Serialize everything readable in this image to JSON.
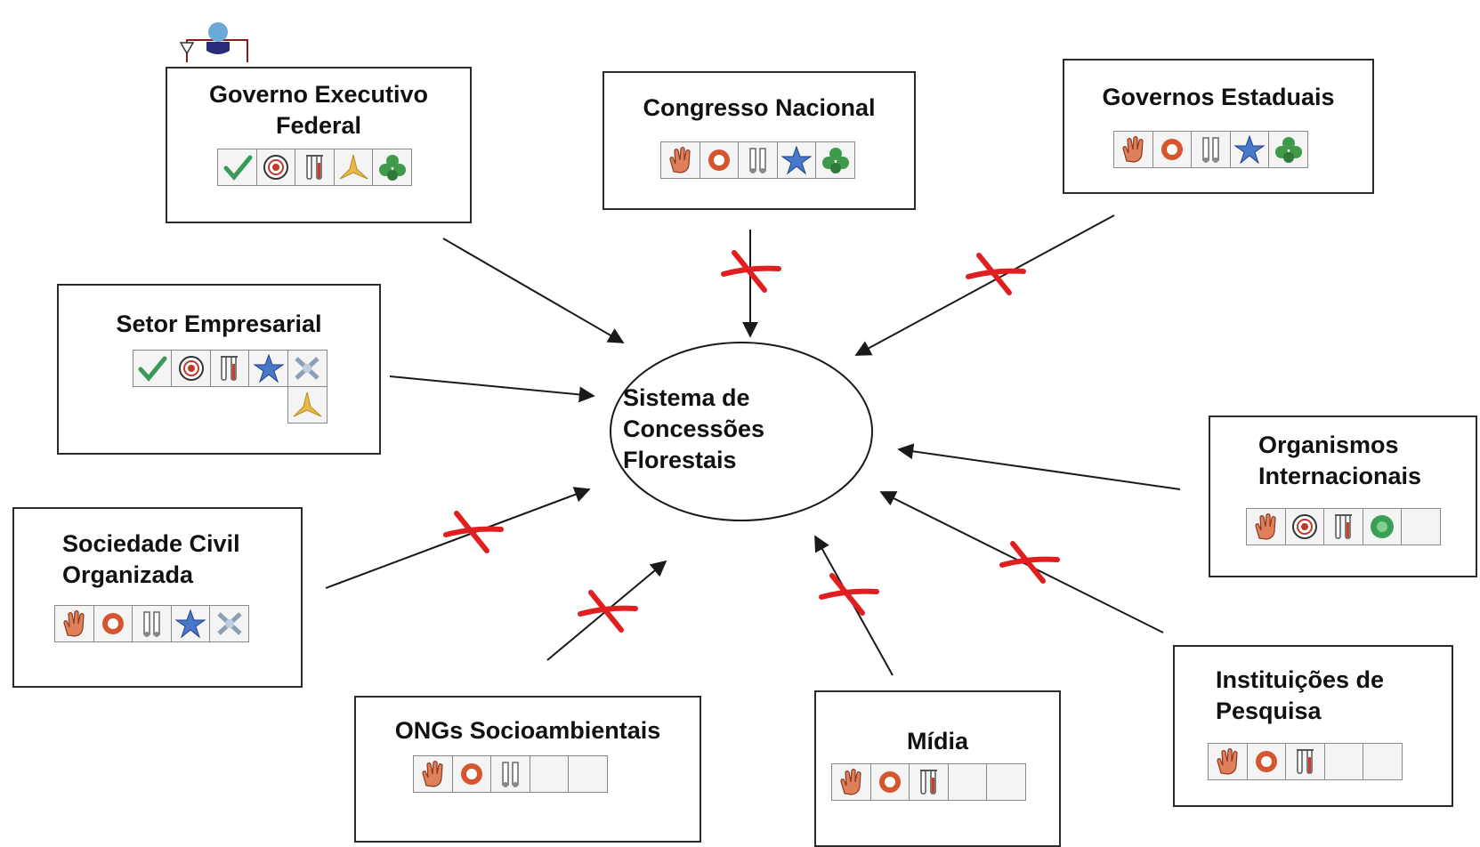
{
  "center": {
    "label": "Sistema de\nConcessões\nFlorestais"
  },
  "colors": {
    "cross": "#e02020",
    "line": "#1a1a1a",
    "border": "#2a2a2a"
  },
  "actors": [
    {
      "id": "gov-federal",
      "label": "Governo Executivo\nFederal",
      "icons": [
        "check",
        "target",
        "thermometer",
        "tri-yellow",
        "clover-green"
      ],
      "link": "arrow",
      "loop": true
    },
    {
      "id": "congresso",
      "label": "Congresso Nacional",
      "icons": [
        "hand",
        "ring",
        "gauge",
        "star-blue",
        "clover-green"
      ],
      "link": "blocked"
    },
    {
      "id": "gov-estaduais",
      "label": "Governos Estaduais",
      "icons": [
        "hand",
        "ring",
        "gauge",
        "star-blue",
        "clover-green"
      ],
      "link": "blocked"
    },
    {
      "id": "setor-empresarial",
      "label": "Setor Empresarial",
      "icons": [
        "check",
        "target",
        "thermometer",
        "star-blue",
        "cross-grey",
        "tri-yellow"
      ],
      "link": "arrow"
    },
    {
      "id": "organismos",
      "label": "Organismos\nInternacionais",
      "icons": [
        "hand",
        "target",
        "thermometer",
        "flower-green",
        "empty"
      ],
      "link": "arrow"
    },
    {
      "id": "sociedade-civil",
      "label": "Sociedade Civil\nOrganizada",
      "icons": [
        "hand",
        "ring",
        "gauge",
        "star-blue",
        "cross-grey"
      ],
      "link": "blocked"
    },
    {
      "id": "ongs",
      "label": "ONGs Socioambientais",
      "icons": [
        "hand",
        "ring",
        "gauge",
        "empty",
        "empty"
      ],
      "link": "blocked"
    },
    {
      "id": "midia",
      "label": "Mídia",
      "icons": [
        "hand",
        "ring",
        "thermometer",
        "empty",
        "empty"
      ],
      "link": "blocked"
    },
    {
      "id": "instituicoes",
      "label": "Instituições de\nPesquisa",
      "icons": [
        "hand",
        "ring",
        "thermometer",
        "empty",
        "empty"
      ],
      "link": "blocked"
    }
  ]
}
